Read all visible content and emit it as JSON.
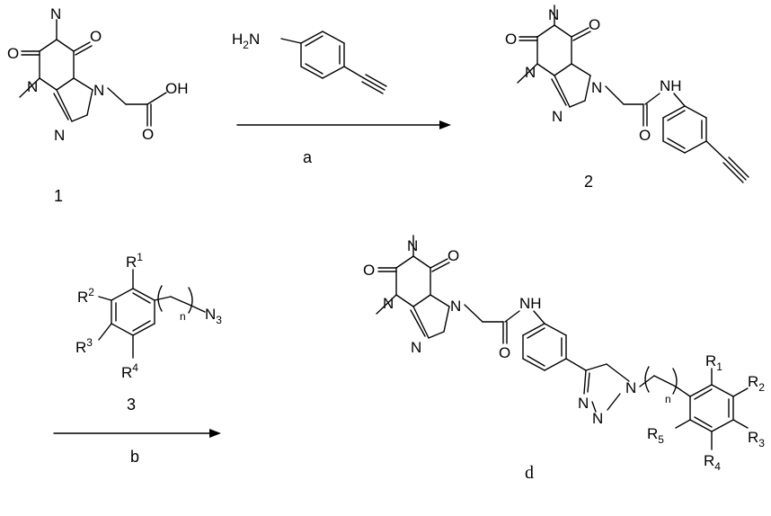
{
  "scheme": {
    "compounds": {
      "c1": {
        "label": "1"
      },
      "c2": {
        "label": "2"
      },
      "c3": {
        "label": "3"
      },
      "cd": {
        "label": "d"
      }
    },
    "reagents": {
      "a": {
        "label": "a",
        "amine": "H2N"
      },
      "b": {
        "label": "b"
      }
    },
    "atoms": {
      "O": "O",
      "N": "N",
      "OH": "OH",
      "NH": "NH",
      "H": "H",
      "azide": "N",
      "azide_sub": "3",
      "n": "n",
      "R": "R",
      "R1_sup": "1",
      "R2_sup": "2",
      "R3_sup": "3",
      "R4_sup": "4",
      "R1_sub": "1",
      "R2_sub": "2",
      "R3_sub": "3",
      "R4_sub": "4",
      "R5_sub": "5",
      "H2N_H": "H",
      "H2N_2": "2",
      "H2N_N": "N"
    }
  }
}
